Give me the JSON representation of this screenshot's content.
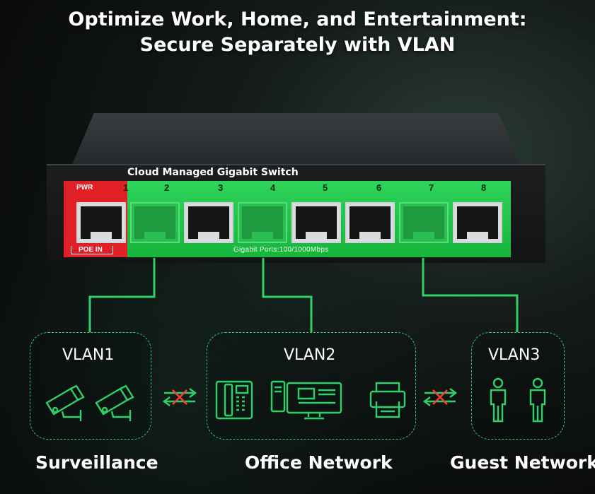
{
  "headline": {
    "line1": "Optimize Work, Home, and Entertainment:",
    "line2": "Secure Separately with VLAN"
  },
  "switch": {
    "label": "Cloud Managed Gigabit Switch",
    "pwr": "PWR",
    "poe_in": "POE IN",
    "ports_label": "Gigabit Ports:100/1000Mbps",
    "ports": [
      "1",
      "2",
      "3",
      "4",
      "5",
      "6",
      "7",
      "8"
    ]
  },
  "vlans": [
    {
      "title": "VLAN1",
      "caption": "Surveillance",
      "icons": [
        "camera-icon",
        "camera-icon"
      ]
    },
    {
      "title": "VLAN2",
      "caption": "Office Network",
      "icons": [
        "phone-icon",
        "computer-icon",
        "printer-icon"
      ]
    },
    {
      "title": "VLAN3",
      "caption": "Guest Network",
      "icons": [
        "person-icon",
        "person-icon"
      ]
    }
  ],
  "colors": {
    "accent": "#2ed06a",
    "red": "#e01f26",
    "block": "#ff3b3b"
  }
}
